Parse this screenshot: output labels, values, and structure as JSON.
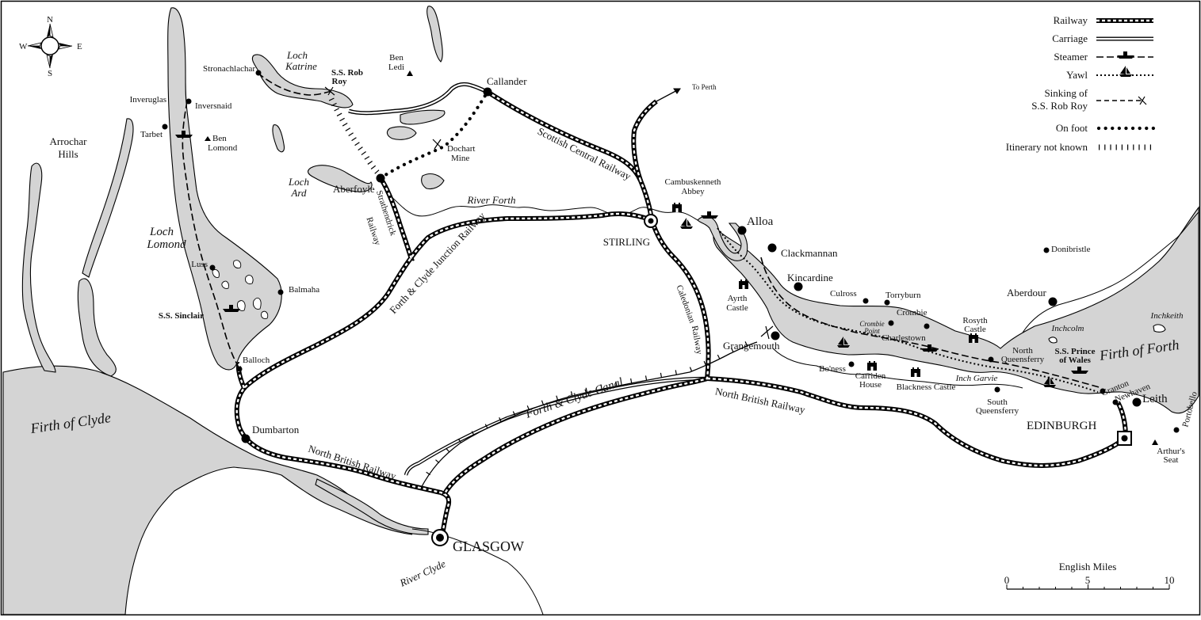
{
  "compass": {
    "n": "N",
    "s": "S",
    "e": "E",
    "w": "W"
  },
  "legend": {
    "railway": "Railway",
    "carriage": "Carriage",
    "steamer": "Steamer",
    "yawl": "Yawl",
    "sinking_1": "Sinking of",
    "sinking_2": "S.S. Rob Roy",
    "on_foot": "On foot",
    "itinerary": "Itinerary not known"
  },
  "scale": {
    "title": "English Miles",
    "ticks": [
      "0",
      "5",
      "10"
    ]
  },
  "water": {
    "firth_of_clyde": "Firth of Clyde",
    "firth_of_forth": "Firth of Forth",
    "river_clyde": "River Clyde",
    "river_forth": "River Forth",
    "loch_lomond_1": "Loch",
    "loch_lomond_2": "Lomond",
    "loch_katrine_1": "Loch",
    "loch_katrine_2": "Katrine",
    "loch_ard_1": "Loch",
    "loch_ard_2": "Ard",
    "inchkeith": "Inchkeith",
    "inchcolm": "Inchcolm",
    "inch_garvie": "Inch Garvie",
    "crombie_point_1": "Crombie",
    "crombie_point_2": "Point"
  },
  "routes": {
    "scottish_central": "Scottish Central Railway",
    "strathendrick_1": "Strathendrick",
    "strathendrick_2": "Railway",
    "forth_clyde_junction": "Forth & Clyde Junction Railway",
    "caledonian_1": "Caledonian",
    "caledonian_2": "Railway",
    "forth_clyde_canal": "Forth & Clyde Canal",
    "north_british_east": "North British Railway",
    "north_british_west": "North British Railway",
    "to_perth": "To Perth"
  },
  "places": {
    "arrochar_1": "Arrochar",
    "arrochar_2": "Hills",
    "inveruglas": "Inveruglas",
    "inversnaid": "Inversnaid",
    "tarbet": "Tarbet",
    "stronachlachar": "Stronachlachar",
    "ben_lomond_1": "Ben",
    "ben_lomond_2": "Lomond",
    "ben_ledi_1": "Ben",
    "ben_ledi_2": "Ledi",
    "ss_rob_roy_1": "S.S. Rob",
    "ss_rob_roy_2": "Roy",
    "callander": "Callander",
    "dochart_1": "Dochart",
    "dochart_2": "Mine",
    "aberfoyle": "Aberfoyle",
    "luss": "Luss",
    "balmaha": "Balmaha",
    "ss_sinclair": "S.S. Sinclair",
    "balloch": "Balloch",
    "dumbarton": "Dumbarton",
    "glasgow": "GLASGOW",
    "stirling": "STIRLING",
    "cambuskenneth_1": "Cambuskenneth",
    "cambuskenneth_2": "Abbey",
    "alloa": "Alloa",
    "clackmannan": "Clackmannan",
    "kincardine": "Kincardine",
    "ayrth_1": "Ayrth",
    "ayrth_2": "Castle",
    "culross": "Culross",
    "torryburn": "Torryburn",
    "crombie": "Crombie",
    "charlestown": "Charlestown",
    "rosyth_1": "Rosyth",
    "rosyth_2": "Castle",
    "donibristle": "Donibristle",
    "aberdour": "Aberdour",
    "north_q_1": "North",
    "north_q_2": "Queensferry",
    "ss_prince_1": "S.S. Prince",
    "ss_prince_2": "of Wales",
    "grangemouth": "Grangemouth",
    "boness": "Bo'ness",
    "carriden_1": "Carriden",
    "carriden_2": "House",
    "blackness": "Blackness Castle",
    "south_q_1": "South",
    "south_q_2": "Queensferry",
    "granton": "Granton",
    "newhaven": "Newhaven",
    "leith": "Leith",
    "portobello": "Portobello",
    "edinburgh": "EDINBURGH",
    "arthurs_1": "Arthur's",
    "arthurs_2": "Seat"
  }
}
